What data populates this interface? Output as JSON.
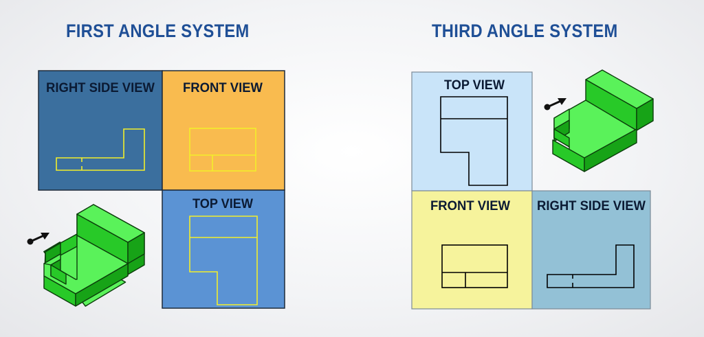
{
  "first_angle": {
    "title": "FIRST ANGLE SYSTEM",
    "panels": {
      "right_side_view": "RIGHT SIDE VIEW",
      "front_view": "FRONT VIEW",
      "top_view": "TOP VIEW"
    }
  },
  "third_angle": {
    "title": "THIRD ANGLE SYSTEM",
    "panels": {
      "top_view": "TOP VIEW",
      "front_view": "FRONT VIEW",
      "right_side_view": "RIGHT SIDE VIEW"
    }
  },
  "colors": {
    "title": "#1f4f96",
    "first_right_side_panel": "#3b6f9e",
    "first_front_panel": "#f9bb4f",
    "first_top_panel": "#5b93d4",
    "first_outline": "#f3ef2a",
    "third_top_panel": "#c9e4f9",
    "third_front_panel": "#f6f39c",
    "third_right_side_panel": "#93c1d6",
    "third_outline": "#000000",
    "block_top": "#5af25a",
    "block_front": "#22c922",
    "block_side": "#15a015"
  },
  "icons": {
    "observer_arrow": "observer-arrow-icon",
    "object_block": "l-shaped-block"
  }
}
